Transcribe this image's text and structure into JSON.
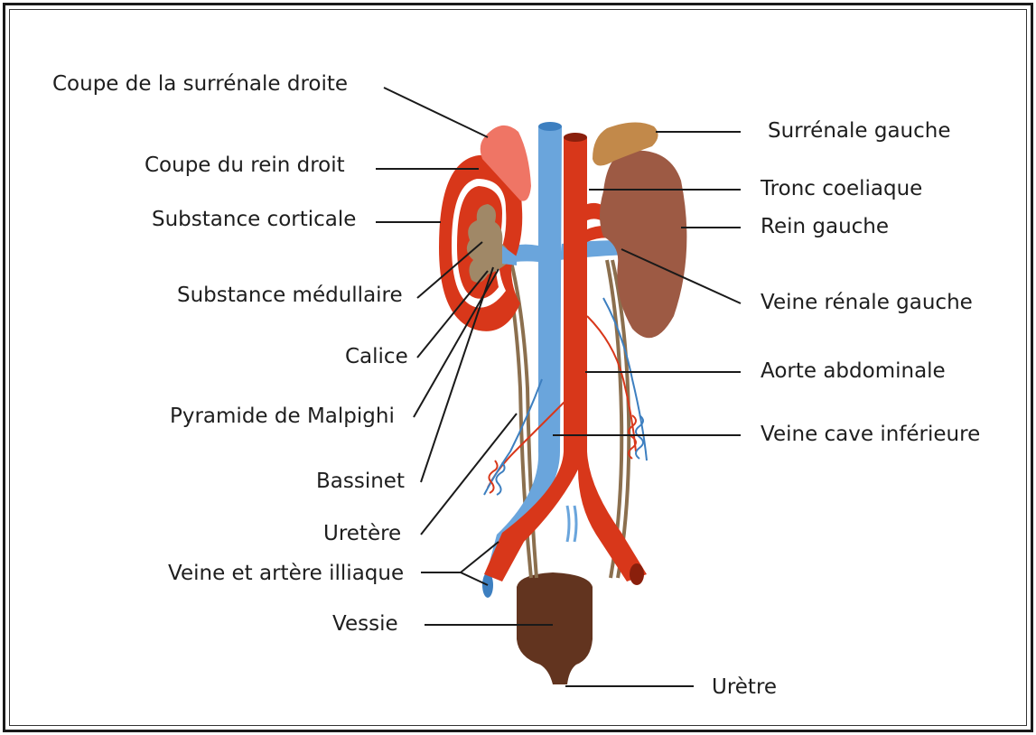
{
  "labels": {
    "coupe_surrenale_droite": "Coupe de la surrénale droite",
    "coupe_rein_droit": "Coupe du rein droit",
    "substance_corticale": "Substance corticale",
    "substance_medullaire": "Substance médullaire",
    "calice": "Calice",
    "pyramide_malpighi": "Pyramide de Malpighi",
    "bassinet": "Bassinet",
    "uretere": "Uretère",
    "veine_artere_illiaque": "Veine et artère illiaque",
    "vessie": "Vessie",
    "surrenale_gauche": "Surrénale gauche",
    "tronc_coeliaque": "Tronc coeliaque",
    "rein_gauche": "Rein gauche",
    "veine_renale_gauche": "Veine rénale gauche",
    "aorte_abdominale": "Aorte abdominale",
    "veine_cave_inferieure": "Veine cave inférieure",
    "uretre": "Urètre"
  },
  "colors": {
    "aorta": "#d8371a",
    "vena_cava": "#6aa5dc",
    "kidney_left": "#9d5a44",
    "kidney_right_cortex": "#d8371a",
    "adrenal_right": "#ef7565",
    "adrenal_left": "#c2894a",
    "medulla": "#a08867",
    "ureter": "#8b6f4e",
    "bladder": "#62341f"
  }
}
